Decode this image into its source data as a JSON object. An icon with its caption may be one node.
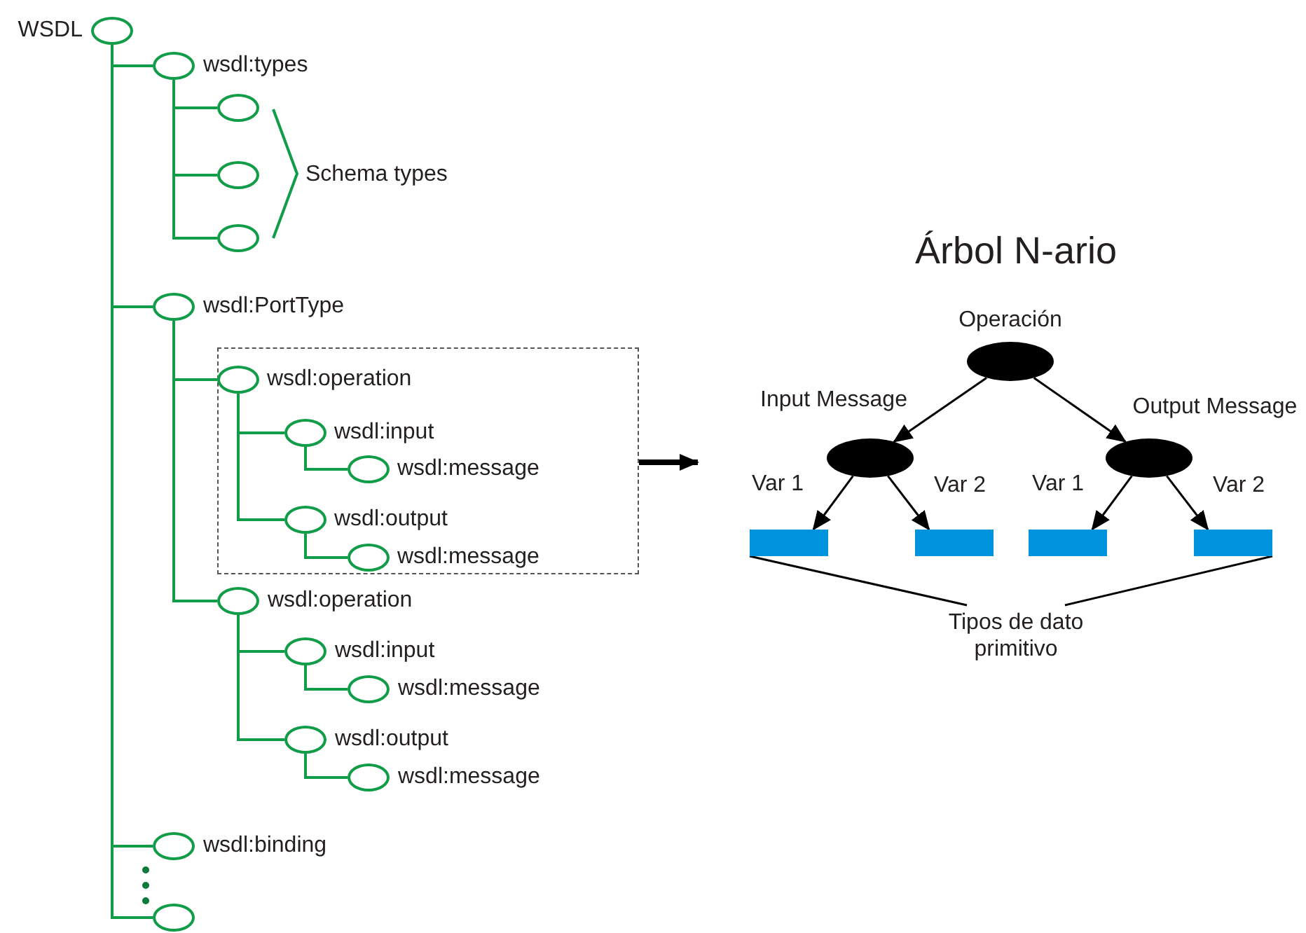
{
  "diagram": {
    "title": "Árbol N-ario",
    "nodes": [
      {
        "text": [
          "WSDL"
        ]
      },
      {
        "text": [
          "wsdl:types"
        ]
      },
      {
        "text": [],
        "shape": "circle"
      },
      {
        "text": [],
        "shape": "circle"
      },
      {
        "text": [],
        "shape": "circle"
      },
      {
        "text": [
          "wsdl:PortType"
        ]
      },
      {
        "text": [],
        "shape": "box"
      },
      {
        "text": [
          "wsdl:operation"
        ],
        "in": 6
      },
      {
        "text": [
          "wsdl:input"
        ],
        "in": 6
      },
      {
        "text": [
          "wsdl:message"
        ],
        "in": 6
      },
      {
        "text": [
          "wsdl:output"
        ],
        "in": 6
      },
      {
        "text": [
          "wsdl:message"
        ],
        "in": 6
      },
      {
        "text": [
          "wsdl:operation"
        ]
      },
      {
        "text": [
          "wsdl:input"
        ]
      },
      {
        "text": [
          "wsdl:message"
        ]
      },
      {
        "text": [
          "wsdl:output"
        ]
      },
      {
        "text": [
          "wsdl:message"
        ]
      },
      {
        "text": [
          "wsdl:binding"
        ]
      },
      {
        "text": [],
        "shape": "circle"
      },
      {
        "text": [
          "Operación"
        ]
      },
      {
        "text": [],
        "shape": "ellipse"
      },
      {
        "text": [],
        "shape": "ellipse"
      },
      {
        "text": [],
        "shape": "bar"
      },
      {
        "text": [],
        "shape": "bar"
      },
      {
        "text": [],
        "shape": "bar"
      },
      {
        "text": [],
        "shape": "bar"
      },
      {
        "text": [
          "Tipos de dato primitivo"
        ]
      }
    ],
    "edges": [
      {
        "from": 0,
        "to": 1,
        "arrow": "none",
        "color": "#119c48"
      },
      {
        "from": 0,
        "to": 5,
        "arrow": "none",
        "color": "#119c48"
      },
      {
        "from": 0,
        "to": 17,
        "arrow": "none",
        "color": "#119c48"
      },
      {
        "from": 0,
        "to": 18,
        "arrow": "none",
        "color": "#119c48"
      },
      {
        "from": 1,
        "to": 2,
        "arrow": "none",
        "color": "#119c48"
      },
      {
        "from": 1,
        "to": 3,
        "arrow": "none",
        "color": "#119c48"
      },
      {
        "from": 1,
        "to": 4,
        "arrow": "none",
        "color": "#119c48"
      },
      {
        "from": 5,
        "to": 7,
        "arrow": "none",
        "color": "#119c48"
      },
      {
        "from": 5,
        "to": 12,
        "arrow": "none",
        "color": "#119c48"
      },
      {
        "from": 7,
        "to": 8,
        "arrow": "none",
        "color": "#119c48"
      },
      {
        "from": 7,
        "to": 10,
        "arrow": "none",
        "color": "#119c48"
      },
      {
        "from": 8,
        "to": 9,
        "arrow": "none",
        "color": "#119c48"
      },
      {
        "from": 10,
        "to": 11,
        "arrow": "none",
        "color": "#119c48"
      },
      {
        "from": 12,
        "to": 13,
        "arrow": "none",
        "color": "#119c48"
      },
      {
        "from": 12,
        "to": 15,
        "arrow": "none",
        "color": "#119c48"
      },
      {
        "from": 13,
        "to": 14,
        "arrow": "none",
        "color": "#119c48"
      },
      {
        "from": 15,
        "to": 16,
        "arrow": "none",
        "color": "#119c48"
      },
      {
        "from": 6,
        "to": null,
        "arrow": "to",
        "style": "thick",
        "color": "#000000"
      },
      {
        "from": 19,
        "to": 20,
        "arrow": "to",
        "label": "Input Message",
        "color": "#000000"
      },
      {
        "from": 19,
        "to": 21,
        "arrow": "to",
        "label": "Output Message",
        "color": "#000000"
      },
      {
        "from": 20,
        "to": 22,
        "arrow": "to",
        "label": "Var 1",
        "color": "#000000"
      },
      {
        "from": 20,
        "to": 23,
        "arrow": "to",
        "label": "Var 2",
        "color": "#000000"
      },
      {
        "from": 21,
        "to": 24,
        "arrow": "to",
        "label": "Var 1",
        "color": "#000000"
      },
      {
        "from": 21,
        "to": 25,
        "arrow": "to",
        "label": "Var 2",
        "color": "#000000"
      },
      {
        "from": 26,
        "to": 22,
        "arrow": "none",
        "color": "#000000"
      },
      {
        "from": 26,
        "to": 25,
        "arrow": "none",
        "color": "#000000"
      }
    ],
    "labels": [
      "Schema types"
    ]
  }
}
